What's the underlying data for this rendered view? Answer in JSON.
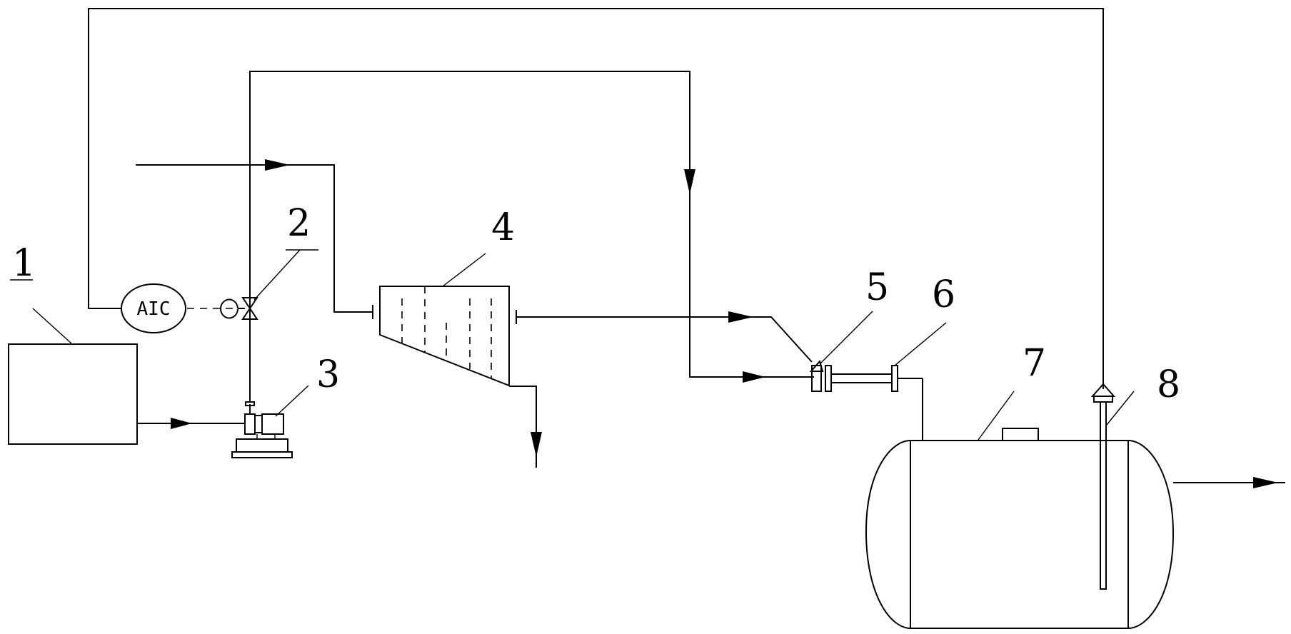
{
  "labels": {
    "n1": "1",
    "n2": "2",
    "n3": "3",
    "n4": "4",
    "n5": "5",
    "n6": "6",
    "n7": "7",
    "n8": "8"
  },
  "controller": {
    "text": "AIC"
  }
}
